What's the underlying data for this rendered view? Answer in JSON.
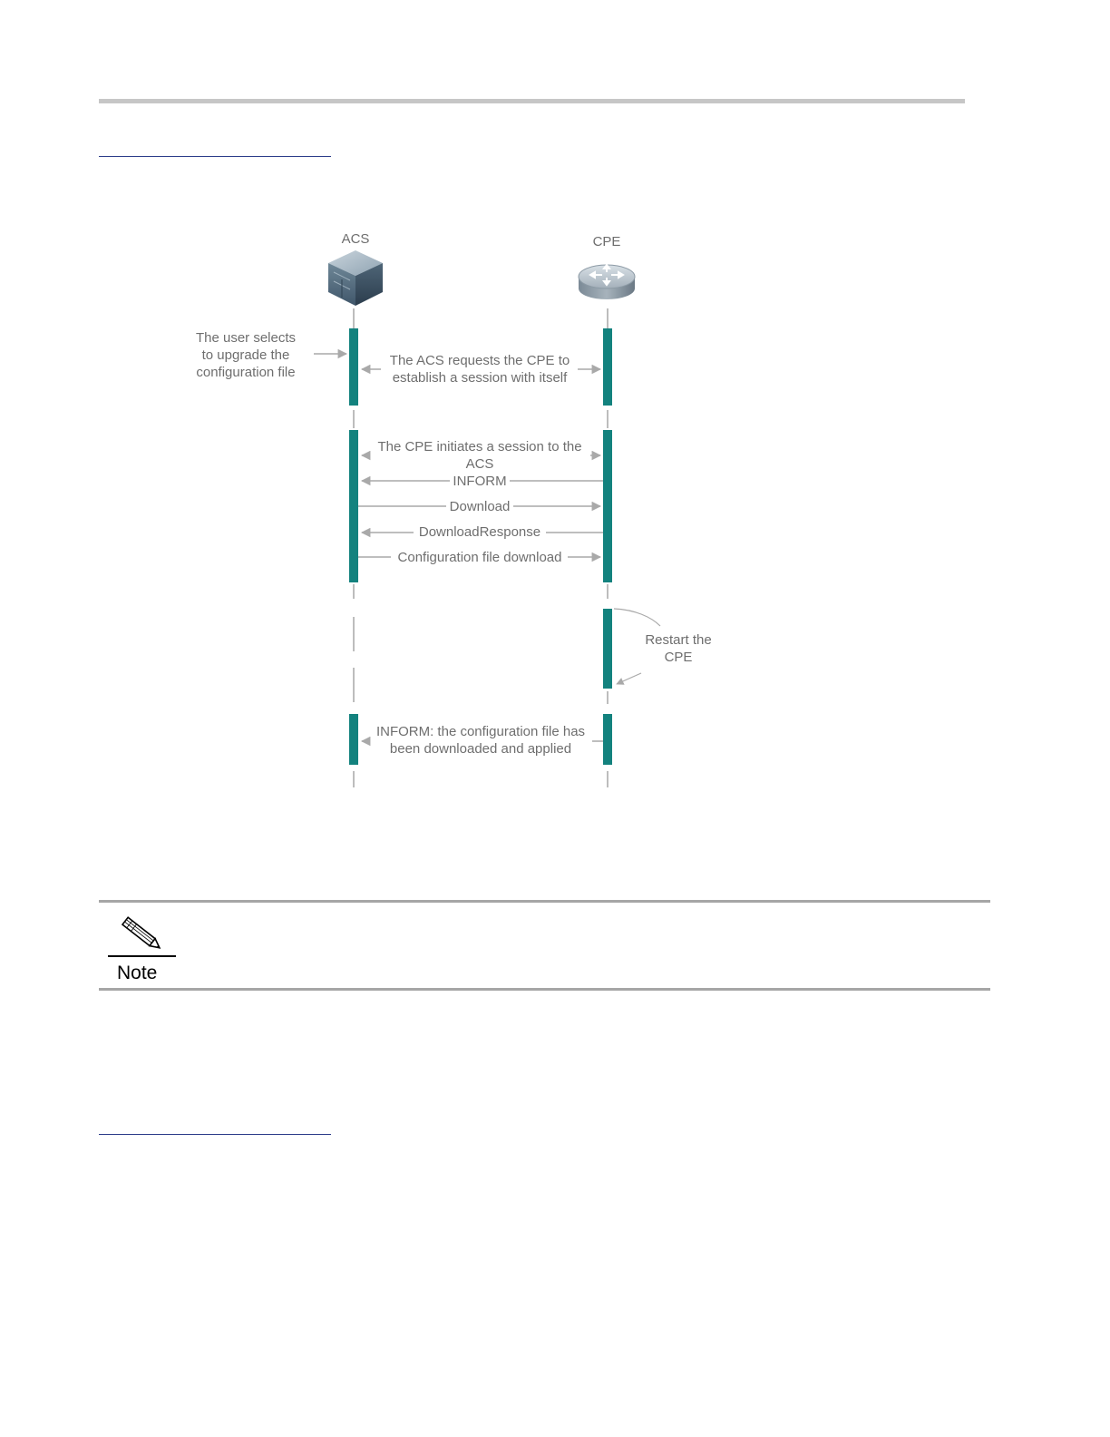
{
  "diagram": {
    "participants": {
      "acs": "ACS",
      "cpe": "CPE"
    },
    "side_note_user": [
      "The user selects",
      "to upgrade the",
      "configuration file"
    ],
    "messages": {
      "request_session": [
        "The ACS requests the CPE to",
        "establish a session with itself"
      ],
      "initiate_session": [
        "The CPE initiates a session to the",
        "ACS"
      ],
      "inform": "INFORM",
      "download": "Download",
      "download_response": "DownloadResponse",
      "config_download": "Configuration file download",
      "final_inform": [
        "INFORM: the configuration file has",
        "been downloaded and applied"
      ]
    },
    "side_note_restart": [
      "Restart the",
      "CPE"
    ],
    "colors": {
      "activation_bar": "#13827e",
      "lifeline": "#bdbdbd",
      "arrow": "#a9a9a9",
      "text": "#6e6e6e"
    }
  },
  "note": {
    "label": "Note",
    "icon": "pencil-icon"
  }
}
